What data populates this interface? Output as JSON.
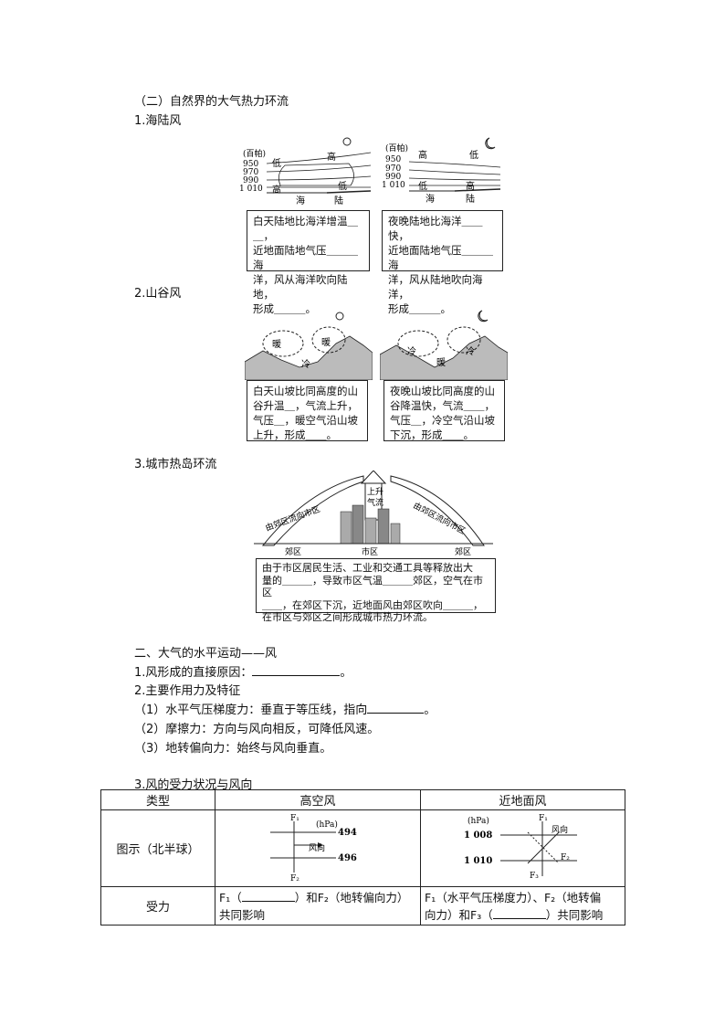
{
  "section1": {
    "heading": "（二）自然界的大气热力环流",
    "sea_land": {
      "title": "1.海陆风",
      "day_labels": {
        "unit": "(百帕)",
        "p950": "950",
        "p970": "970",
        "p990": "990",
        "p1010": "1 010",
        "low_top": "低",
        "high_top": "高",
        "high_bottom": "高",
        "low_bottom": "低",
        "sea": "海",
        "land": "陆"
      },
      "night_labels": {
        "unit": "(百帕)",
        "p950": "950",
        "p970": "970",
        "p990": "990",
        "p1010": "1 010",
        "high_top": "高",
        "low_top": "低",
        "low_bottom": "低",
        "high_bottom": "高",
        "sea": "海",
        "land": "陆"
      },
      "day_box": [
        "白天陆地比海洋增温＿＿，",
        "近地面陆地气压＿＿＿海",
        "洋，风从海洋吹向陆地，",
        "形成＿＿＿。"
      ],
      "night_box": [
        "夜晚陆地比海洋＿＿快，",
        "近地面陆地气压＿＿＿海",
        "洋，风从陆地吹向海洋，",
        "形成＿＿＿。"
      ]
    },
    "mountain_valley": {
      "title": "2.山谷风",
      "day_labels": {
        "warm1": "暖",
        "warm2": "暖",
        "cold": "冷"
      },
      "night_labels": {
        "cold1": "冷",
        "cold2": "冷",
        "warm": "暖"
      },
      "day_box": [
        "白天山坡比同高度的山",
        "谷升温＿，气流上升，",
        "气压＿，暖空气沿山坡",
        "上升，形成＿＿。"
      ],
      "night_box": [
        "夜晚山坡比同高度的山",
        "谷降温快，气流＿＿，",
        "气压＿，冷空气沿山坡",
        "下沉，形成＿＿。"
      ]
    },
    "urban_heat": {
      "title": "3.城市热岛环流",
      "labels": {
        "rise": "上升",
        "rise2": "气流",
        "left_arrow": "由郊区流向市区",
        "right_arrow": "由郊区流向市区",
        "suburb_left": "郊区",
        "city": "市区",
        "suburb_right": "郊区"
      },
      "box": [
        "由于市区居民生活、工业和交通工具等释放出大",
        "量的＿＿＿，导致市区气温＿＿＿郊区，空气在市区",
        "＿＿，在郊区下沉，近地面风由郊区吹向＿＿＿，",
        "在市区与郊区之间形成城市热力环流。"
      ]
    }
  },
  "section2": {
    "heading": "二、大气的水平运动——风",
    "item1": "1.风形成的直接原因：",
    "item1_end": "。",
    "item2": "2.主要作用力及特征",
    "force1": "（1）水平气压梯度力：垂直于等压线，指向",
    "force1_end": "。",
    "force2": "（2）摩擦力：方向与风向相反，可降低风速。",
    "force3": "（3）地转偏向力：始终与风向垂直。",
    "item3": "3.风的受力状况与风向"
  },
  "table": {
    "headers": [
      "类型",
      "高空风",
      "近地面风"
    ],
    "row1_label": "图示（北半球）",
    "high_diagram": {
      "f1": "F₁",
      "f2": "F₂",
      "unit": "(hPa)",
      "p494": "494",
      "p496": "496",
      "wind": "风向"
    },
    "low_diagram": {
      "unit": "(hPa)",
      "p1008": "1 008",
      "p1010": "1 010",
      "f1": "F₁",
      "f2": "F₂",
      "f3": "F₃",
      "wind": "风向"
    },
    "row2_label": "受力",
    "high_force_a": "F₁（",
    "high_force_b": "）和F₂（地转偏向力）",
    "high_force_c": "共同影响",
    "low_force_a": "F₁（水平气压梯度力）、F₂（地转偏",
    "low_force_b": "向力）和F₃（",
    "low_force_c": "）共同影响"
  }
}
